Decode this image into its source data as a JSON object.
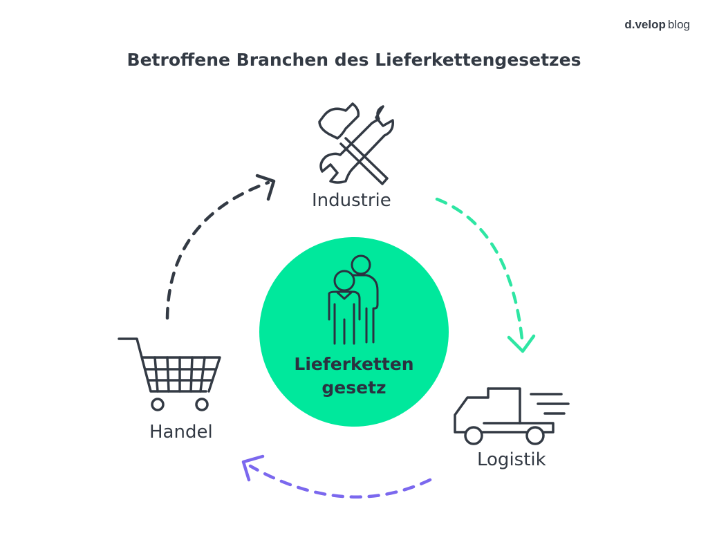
{
  "brand": {
    "name": "d.velop",
    "suffix": "blog"
  },
  "title": "Betroffene Branchen des Lieferkettengesetzes",
  "center": {
    "line1": "Lieferketten",
    "line2": "gesetz"
  },
  "nodes": [
    {
      "label": "Industrie",
      "icon": "tools-icon"
    },
    {
      "label": "Logistik",
      "icon": "truck-icon"
    },
    {
      "label": "Handel",
      "icon": "shopping-cart-icon"
    }
  ],
  "colors": {
    "text": "#333a44",
    "center_fill": "#00e89c",
    "arrow_industrie_logistik": "#2ee6a3",
    "arrow_logistik_handel": "#7b68ee",
    "arrow_handel_industrie": "#333a44"
  }
}
